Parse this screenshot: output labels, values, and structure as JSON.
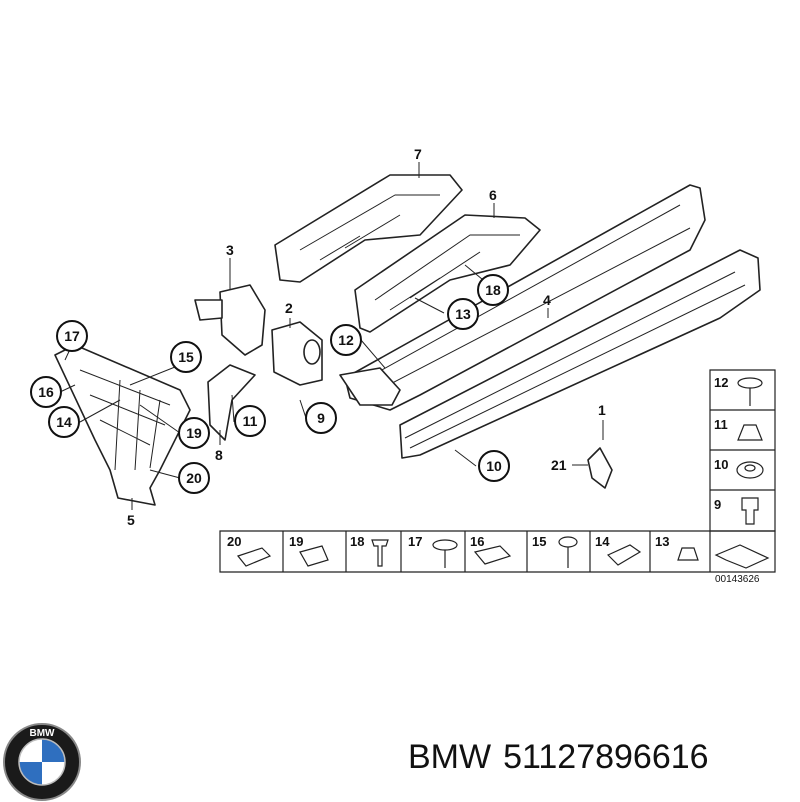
{
  "diagram": {
    "code": "00143626",
    "callouts": [
      {
        "id": "c1",
        "label": "1"
      },
      {
        "id": "c2",
        "label": "2"
      },
      {
        "id": "c3",
        "label": "3"
      },
      {
        "id": "c4",
        "label": "4"
      },
      {
        "id": "c5",
        "label": "5"
      },
      {
        "id": "c6",
        "label": "6"
      },
      {
        "id": "c7",
        "label": "7"
      },
      {
        "id": "c8",
        "label": "8"
      },
      {
        "id": "c9",
        "label": "9"
      },
      {
        "id": "c10",
        "label": "10"
      },
      {
        "id": "c11",
        "label": "11"
      },
      {
        "id": "c12",
        "label": "12"
      },
      {
        "id": "c13",
        "label": "13"
      },
      {
        "id": "c14",
        "label": "14"
      },
      {
        "id": "c15",
        "label": "15"
      },
      {
        "id": "c16",
        "label": "16"
      },
      {
        "id": "c17",
        "label": "17"
      },
      {
        "id": "c18",
        "label": "18"
      },
      {
        "id": "c19",
        "label": "19"
      },
      {
        "id": "c20",
        "label": "20"
      },
      {
        "id": "c21",
        "label": "21"
      }
    ],
    "legend_bottom": [
      "20",
      "19",
      "18",
      "17",
      "16",
      "15",
      "14",
      "13"
    ],
    "legend_right": [
      "12",
      "11",
      "10",
      "9"
    ]
  },
  "brand": {
    "name": "BMW",
    "part_number": "51127896616",
    "logo_text": "BMW"
  }
}
